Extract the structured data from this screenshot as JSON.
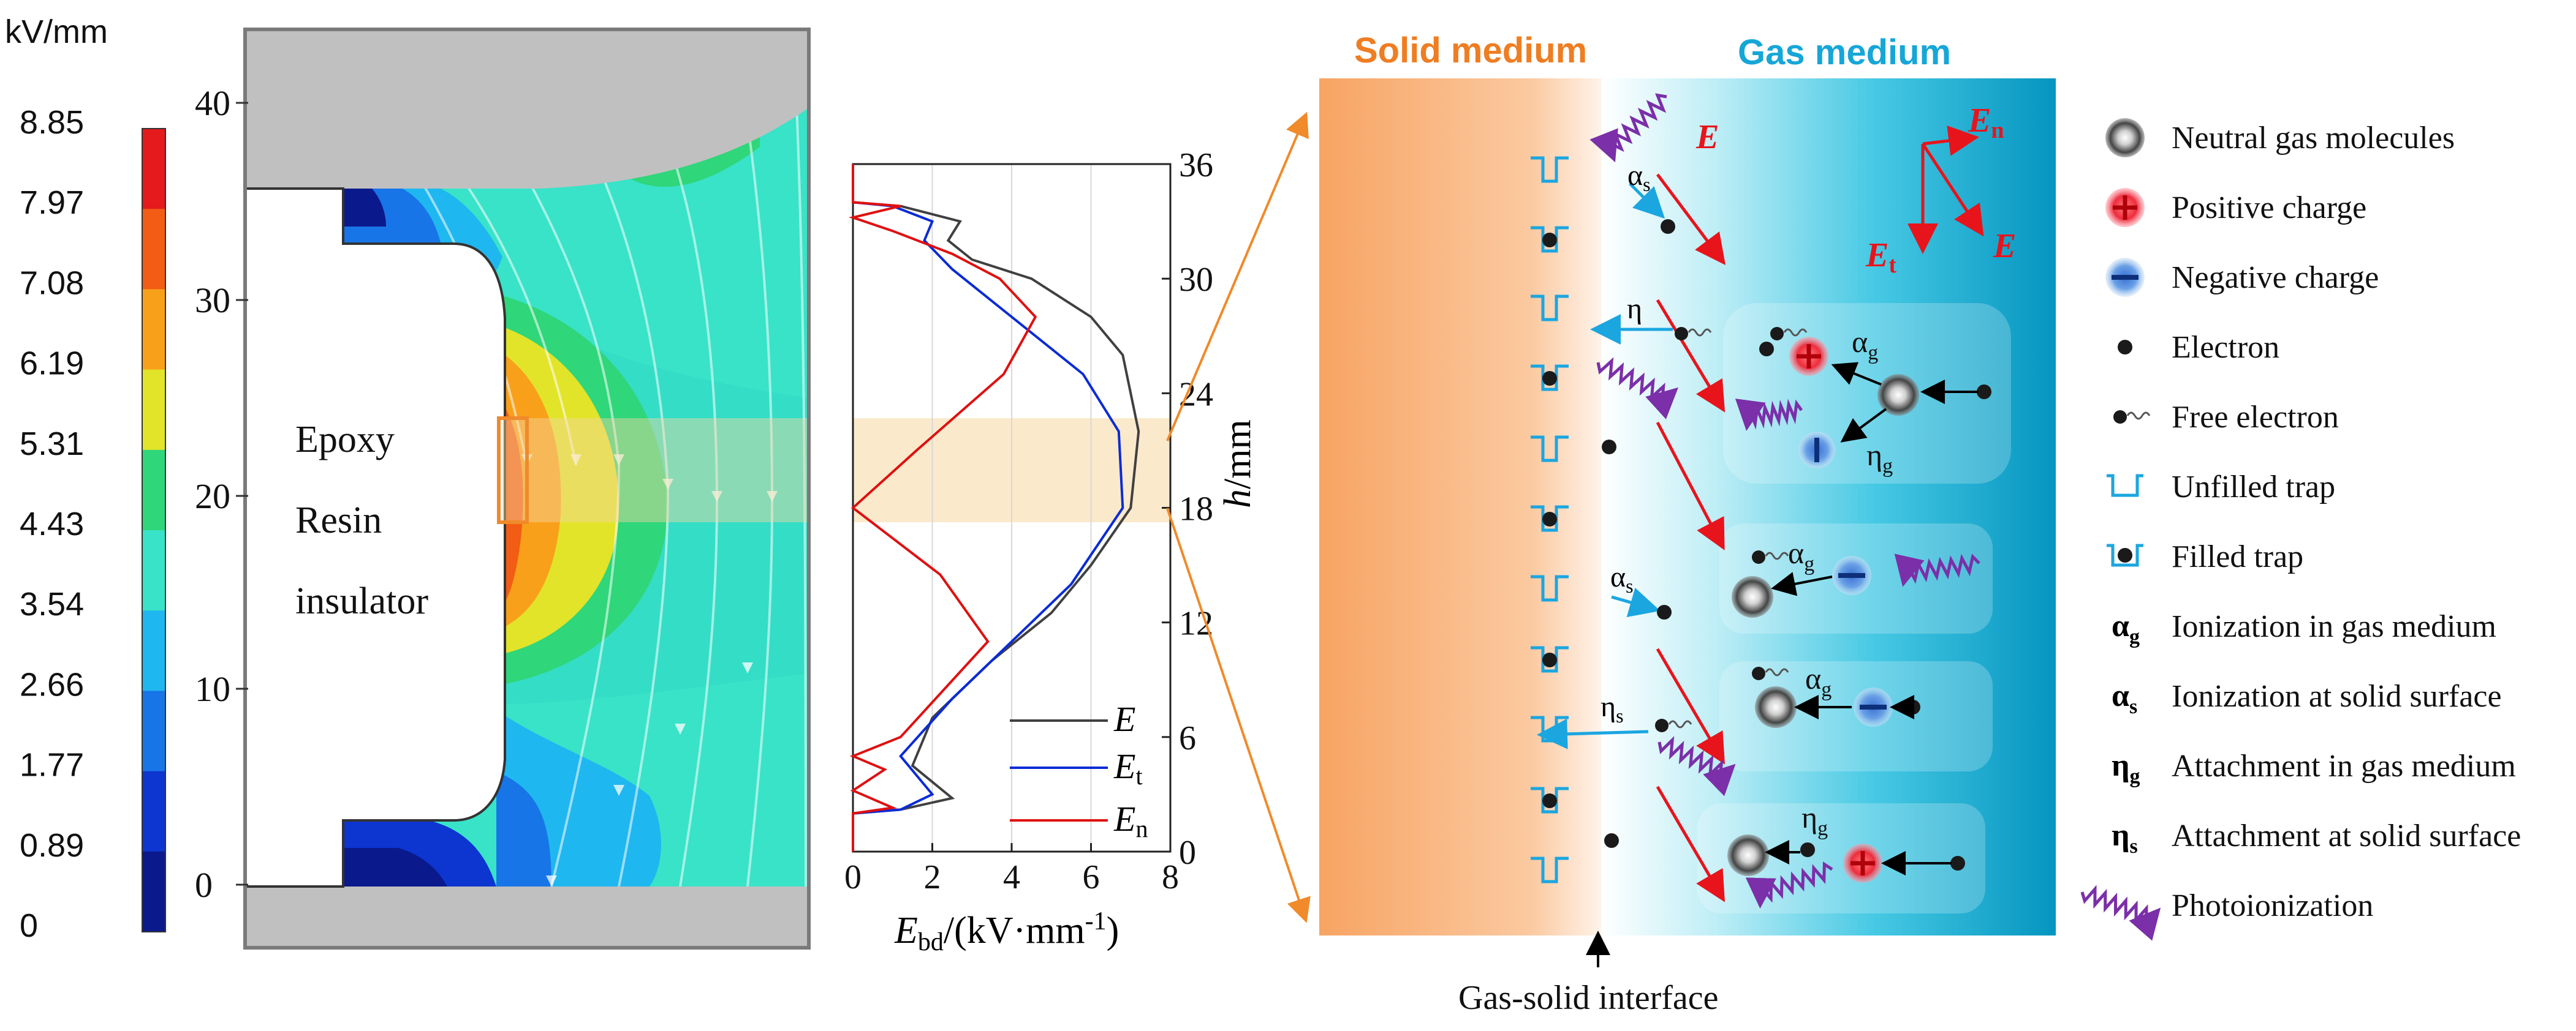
{
  "colorbar": {
    "unit": "kV/mm",
    "ticks": [
      "8.85",
      "7.97",
      "7.08",
      "6.19",
      "5.31",
      "4.43",
      "3.54",
      "2.66",
      "1.77",
      "0.89",
      "0"
    ],
    "colors": [
      "#e41a1c",
      "#f25c14",
      "#f9a01b",
      "#e2e42a",
      "#2fd67a",
      "#38e3c8",
      "#1fb7ef",
      "#1775e8",
      "#0d35d0",
      "#0a1a8c"
    ]
  },
  "field_panel": {
    "y_ticks": [
      "40",
      "30",
      "20",
      "10",
      "0"
    ],
    "insulator_label": [
      "Epoxy",
      "Resin",
      "insulator"
    ]
  },
  "profile_chart": {
    "right_ticks": [
      "36",
      "30",
      "24",
      "18",
      "12",
      "6",
      "0"
    ],
    "x_ticks": [
      "0",
      "2",
      "4",
      "6",
      "8"
    ],
    "right_label": "h/mm",
    "x_label": "Ebd/(kV·mm-1)",
    "legend": {
      "e": "E",
      "et": "Et",
      "en": "En"
    }
  },
  "chart_data": {
    "type": "line",
    "xlabel": "Ebd/(kV·mm-1)",
    "ylabel": "h/mm",
    "xlim": [
      0,
      8
    ],
    "ylim": [
      0,
      36
    ],
    "series": [
      {
        "name": "E",
        "color": "#404040",
        "points": [
          [
            0,
            0
          ],
          [
            0,
            2
          ],
          [
            1.2,
            2.2
          ],
          [
            2.5,
            2.8
          ],
          [
            1.5,
            4.5
          ],
          [
            2,
            7
          ],
          [
            3.5,
            10
          ],
          [
            5,
            12.5
          ],
          [
            6,
            15
          ],
          [
            7,
            18
          ],
          [
            7.2,
            22
          ],
          [
            6.8,
            26
          ],
          [
            6,
            28
          ],
          [
            4.5,
            30
          ],
          [
            3,
            31
          ],
          [
            2.4,
            32
          ],
          [
            2.7,
            33
          ],
          [
            1.2,
            33.8
          ],
          [
            0,
            34
          ],
          [
            0,
            36
          ]
        ]
      },
      {
        "name": "Et",
        "color": "#0b2bd6",
        "points": [
          [
            0,
            0
          ],
          [
            0,
            2
          ],
          [
            1.2,
            2.2
          ],
          [
            2,
            3
          ],
          [
            1.2,
            5
          ],
          [
            2.5,
            8
          ],
          [
            4,
            11
          ],
          [
            5.5,
            14
          ],
          [
            6.8,
            18
          ],
          [
            6.7,
            22
          ],
          [
            5.8,
            25
          ],
          [
            4,
            28
          ],
          [
            2.5,
            30.5
          ],
          [
            1.8,
            32
          ],
          [
            2,
            33
          ],
          [
            1,
            33.8
          ],
          [
            0,
            34
          ],
          [
            0,
            36
          ]
        ]
      },
      {
        "name": "En",
        "color": "#e01010",
        "points": [
          [
            0,
            0
          ],
          [
            0,
            2
          ],
          [
            1,
            2.3
          ],
          [
            0,
            3.2
          ],
          [
            0.8,
            4.3
          ],
          [
            0,
            5
          ],
          [
            1.2,
            6
          ],
          [
            3.4,
            11
          ],
          [
            2.2,
            14.5
          ],
          [
            0,
            18
          ],
          [
            1.6,
            21
          ],
          [
            3.8,
            25
          ],
          [
            4.6,
            28
          ],
          [
            3.7,
            30
          ],
          [
            2.5,
            31.3
          ],
          [
            1,
            32.5
          ],
          [
            0,
            33.2
          ],
          [
            1.2,
            33.8
          ],
          [
            0,
            34
          ],
          [
            0,
            36
          ]
        ]
      }
    ]
  },
  "mechanism": {
    "solid_title": "Solid medium",
    "gas_title": "Gas medium",
    "interface_label": "Gas-solid interface",
    "field_E": "E",
    "field_En": "En",
    "field_Et": "Et",
    "sym_alpha_s": "αs",
    "sym_alpha_g": "αg",
    "sym_eta": "η",
    "sym_eta_s": "ηs",
    "sym_eta_g": "ηg"
  },
  "legend": {
    "items": [
      {
        "symbol": "neutral",
        "label": "Neutral gas molecules"
      },
      {
        "symbol": "positive",
        "label": "Positive charge"
      },
      {
        "symbol": "negative",
        "label": "Negative charge"
      },
      {
        "symbol": "electron",
        "label": "Electron"
      },
      {
        "symbol": "free-electron",
        "label": "Free electron"
      },
      {
        "symbol": "unfilled-trap",
        "label": "Unfilled trap"
      },
      {
        "symbol": "filled-trap",
        "label": "Filled trap"
      },
      {
        "symbol": "alpha-g",
        "label": "Ionization in gas medium"
      },
      {
        "symbol": "alpha-s",
        "label": "Ionization at solid surface"
      },
      {
        "symbol": "eta-g",
        "label": "Attachment in gas medium"
      },
      {
        "symbol": "eta-s",
        "label": "Attachment at solid surface"
      },
      {
        "symbol": "photon",
        "label": "Photoionization"
      }
    ]
  }
}
